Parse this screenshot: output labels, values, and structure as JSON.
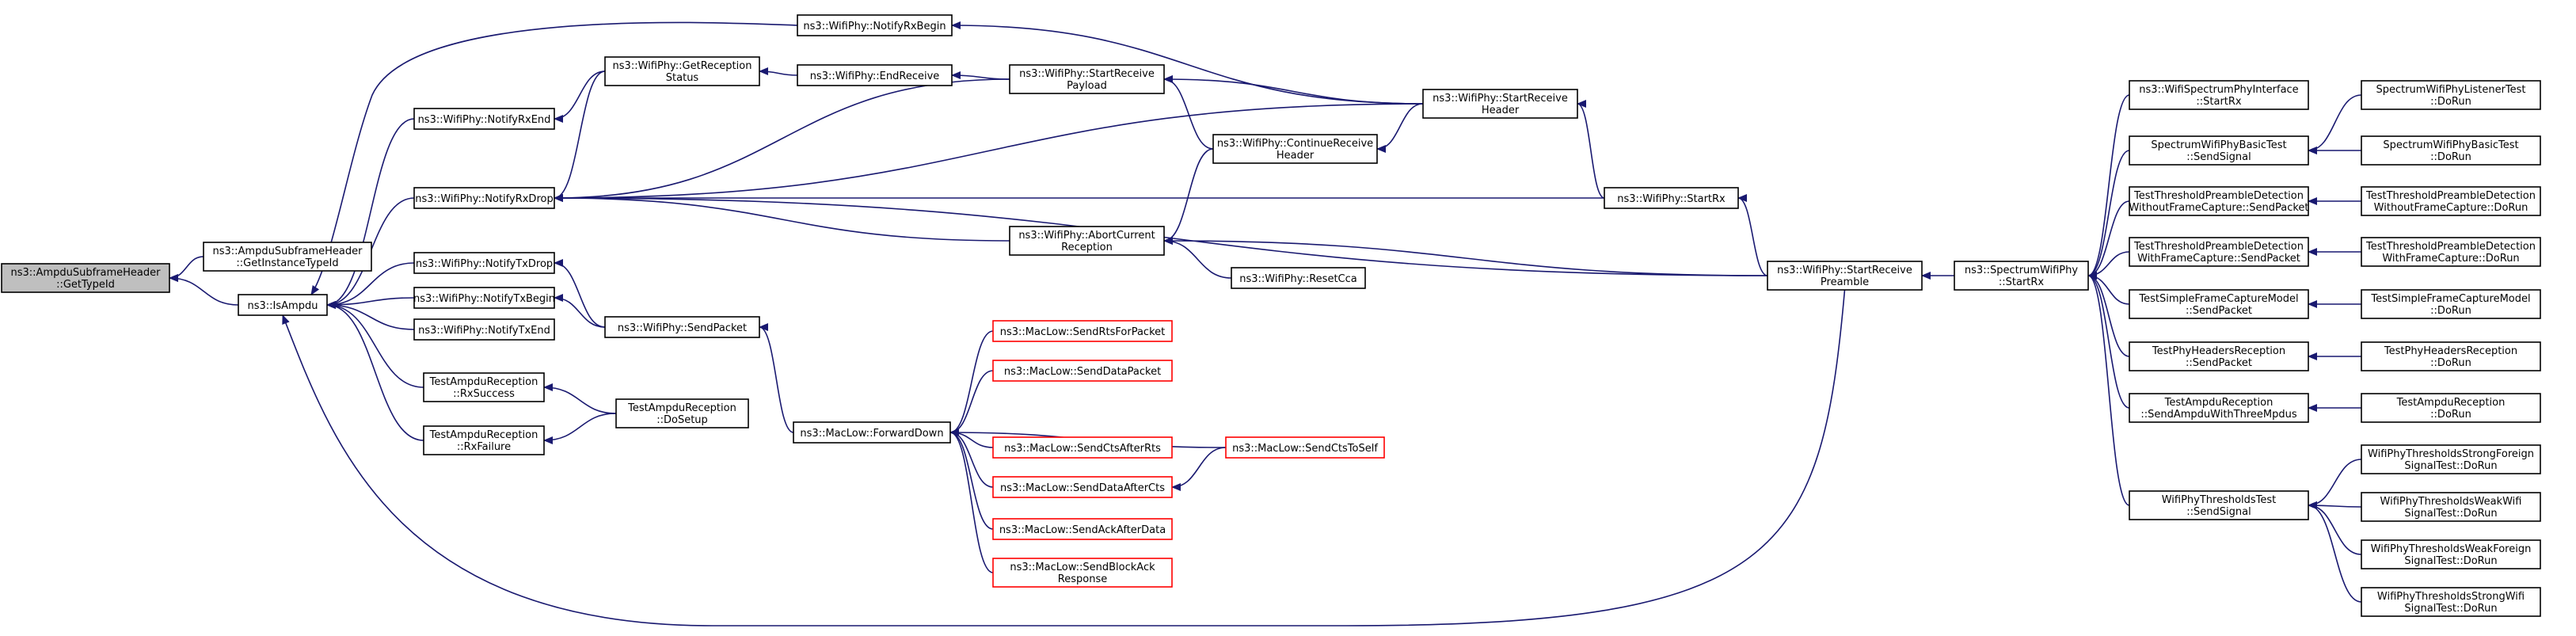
{
  "colors": {
    "edge": "#191970",
    "root_fill": "#bfbfbf",
    "external_border": "#ff0000"
  },
  "nodes": {
    "n0": [
      "ns3::AmpduSubframeHeader",
      "::GetTypeId"
    ],
    "n1": [
      "ns3::AmpduSubframeHeader",
      "::GetInstanceTypeId"
    ],
    "n2": [
      "ns3::IsAmpdu"
    ],
    "n3": [
      "ns3::WifiPhy::NotifyRxEnd"
    ],
    "n4": [
      "ns3::WifiPhy::NotifyRxDrop"
    ],
    "n5": [
      "ns3::WifiPhy::NotifyTxDrop"
    ],
    "n6": [
      "ns3::WifiPhy::NotifyTxBegin"
    ],
    "n7": [
      "ns3::WifiPhy::NotifyTxEnd"
    ],
    "n8": [
      "TestAmpduReception",
      "::RxSuccess"
    ],
    "n9": [
      "TestAmpduReception",
      "::RxFailure"
    ],
    "n10": [
      "ns3::WifiPhy::GetReception",
      "Status"
    ],
    "n11": [
      "ns3::WifiPhy::NotifyRxBegin"
    ],
    "n12": [
      "ns3::WifiPhy::EndReceive"
    ],
    "n13": [
      "ns3::WifiPhy::StartReceive",
      "Payload"
    ],
    "n14": [
      "ns3::WifiPhy::ContinueReceive",
      "Header"
    ],
    "n15": [
      "ns3::WifiPhy::StartReceive",
      "Header"
    ],
    "n16": [
      "ns3::WifiPhy::StartRx"
    ],
    "n17": [
      "ns3::WifiPhy::AbortCurrent",
      "Reception"
    ],
    "n18": [
      "ns3::WifiPhy::ResetCca"
    ],
    "n19": [
      "ns3::WifiPhy::StartReceive",
      "Preamble"
    ],
    "n20": [
      "ns3::WifiPhy::SendPacket"
    ],
    "n21": [
      "TestAmpduReception",
      "::DoSetup"
    ],
    "n22": [
      "ns3::MacLow::ForwardDown"
    ],
    "n23": [
      "ns3::MacLow::SendRtsForPacket"
    ],
    "n24": [
      "ns3::MacLow::SendDataPacket"
    ],
    "n25": [
      "ns3::MacLow::SendCtsAfterRts"
    ],
    "n26": [
      "ns3::MacLow::SendCtsToSelf"
    ],
    "n27": [
      "ns3::MacLow::SendDataAfterCts"
    ],
    "n28": [
      "ns3::MacLow::SendAckAfterData"
    ],
    "n29": [
      "ns3::MacLow::SendBlockAck",
      "Response"
    ],
    "n30": [
      "ns3::SpectrumWifiPhy",
      "::StartRx"
    ],
    "n31": [
      "ns3::WifiSpectrumPhyInterface",
      "::StartRx"
    ],
    "n32": [
      "SpectrumWifiPhyBasicTest",
      "::SendSignal"
    ],
    "n33": [
      "TestThresholdPreambleDetection",
      "WithoutFrameCapture::SendPacket"
    ],
    "n34": [
      "TestThresholdPreambleDetection",
      "WithFrameCapture::SendPacket"
    ],
    "n35": [
      "TestSimpleFrameCaptureModel",
      "::SendPacket"
    ],
    "n36": [
      "TestPhyHeadersReception",
      "::SendPacket"
    ],
    "n37": [
      "TestAmpduReception",
      "::SendAmpduWithThreeMpdus"
    ],
    "n38": [
      "WifiPhyThresholdsTest",
      "::SendSignal"
    ],
    "n39": [
      "SpectrumWifiPhyListenerTest",
      "::DoRun"
    ],
    "n40": [
      "SpectrumWifiPhyBasicTest",
      "::DoRun"
    ],
    "n41": [
      "TestThresholdPreambleDetection",
      "WithoutFrameCapture::DoRun"
    ],
    "n42": [
      "TestThresholdPreambleDetection",
      "WithFrameCapture::DoRun"
    ],
    "n43": [
      "TestSimpleFrameCaptureModel",
      "::DoRun"
    ],
    "n44": [
      "TestPhyHeadersReception",
      "::DoRun"
    ],
    "n45": [
      "TestAmpduReception",
      "::DoRun"
    ],
    "n46": [
      "WifiPhyThresholdsStrongForeign",
      "SignalTest::DoRun"
    ],
    "n47": [
      "WifiPhyThresholdsWeakWifi",
      "SignalTest::DoRun"
    ],
    "n48": [
      "WifiPhyThresholdsWeakForeign",
      "SignalTest::DoRun"
    ],
    "n49": [
      "WifiPhyThresholdsStrongWifi",
      "SignalTest::DoRun"
    ]
  }
}
